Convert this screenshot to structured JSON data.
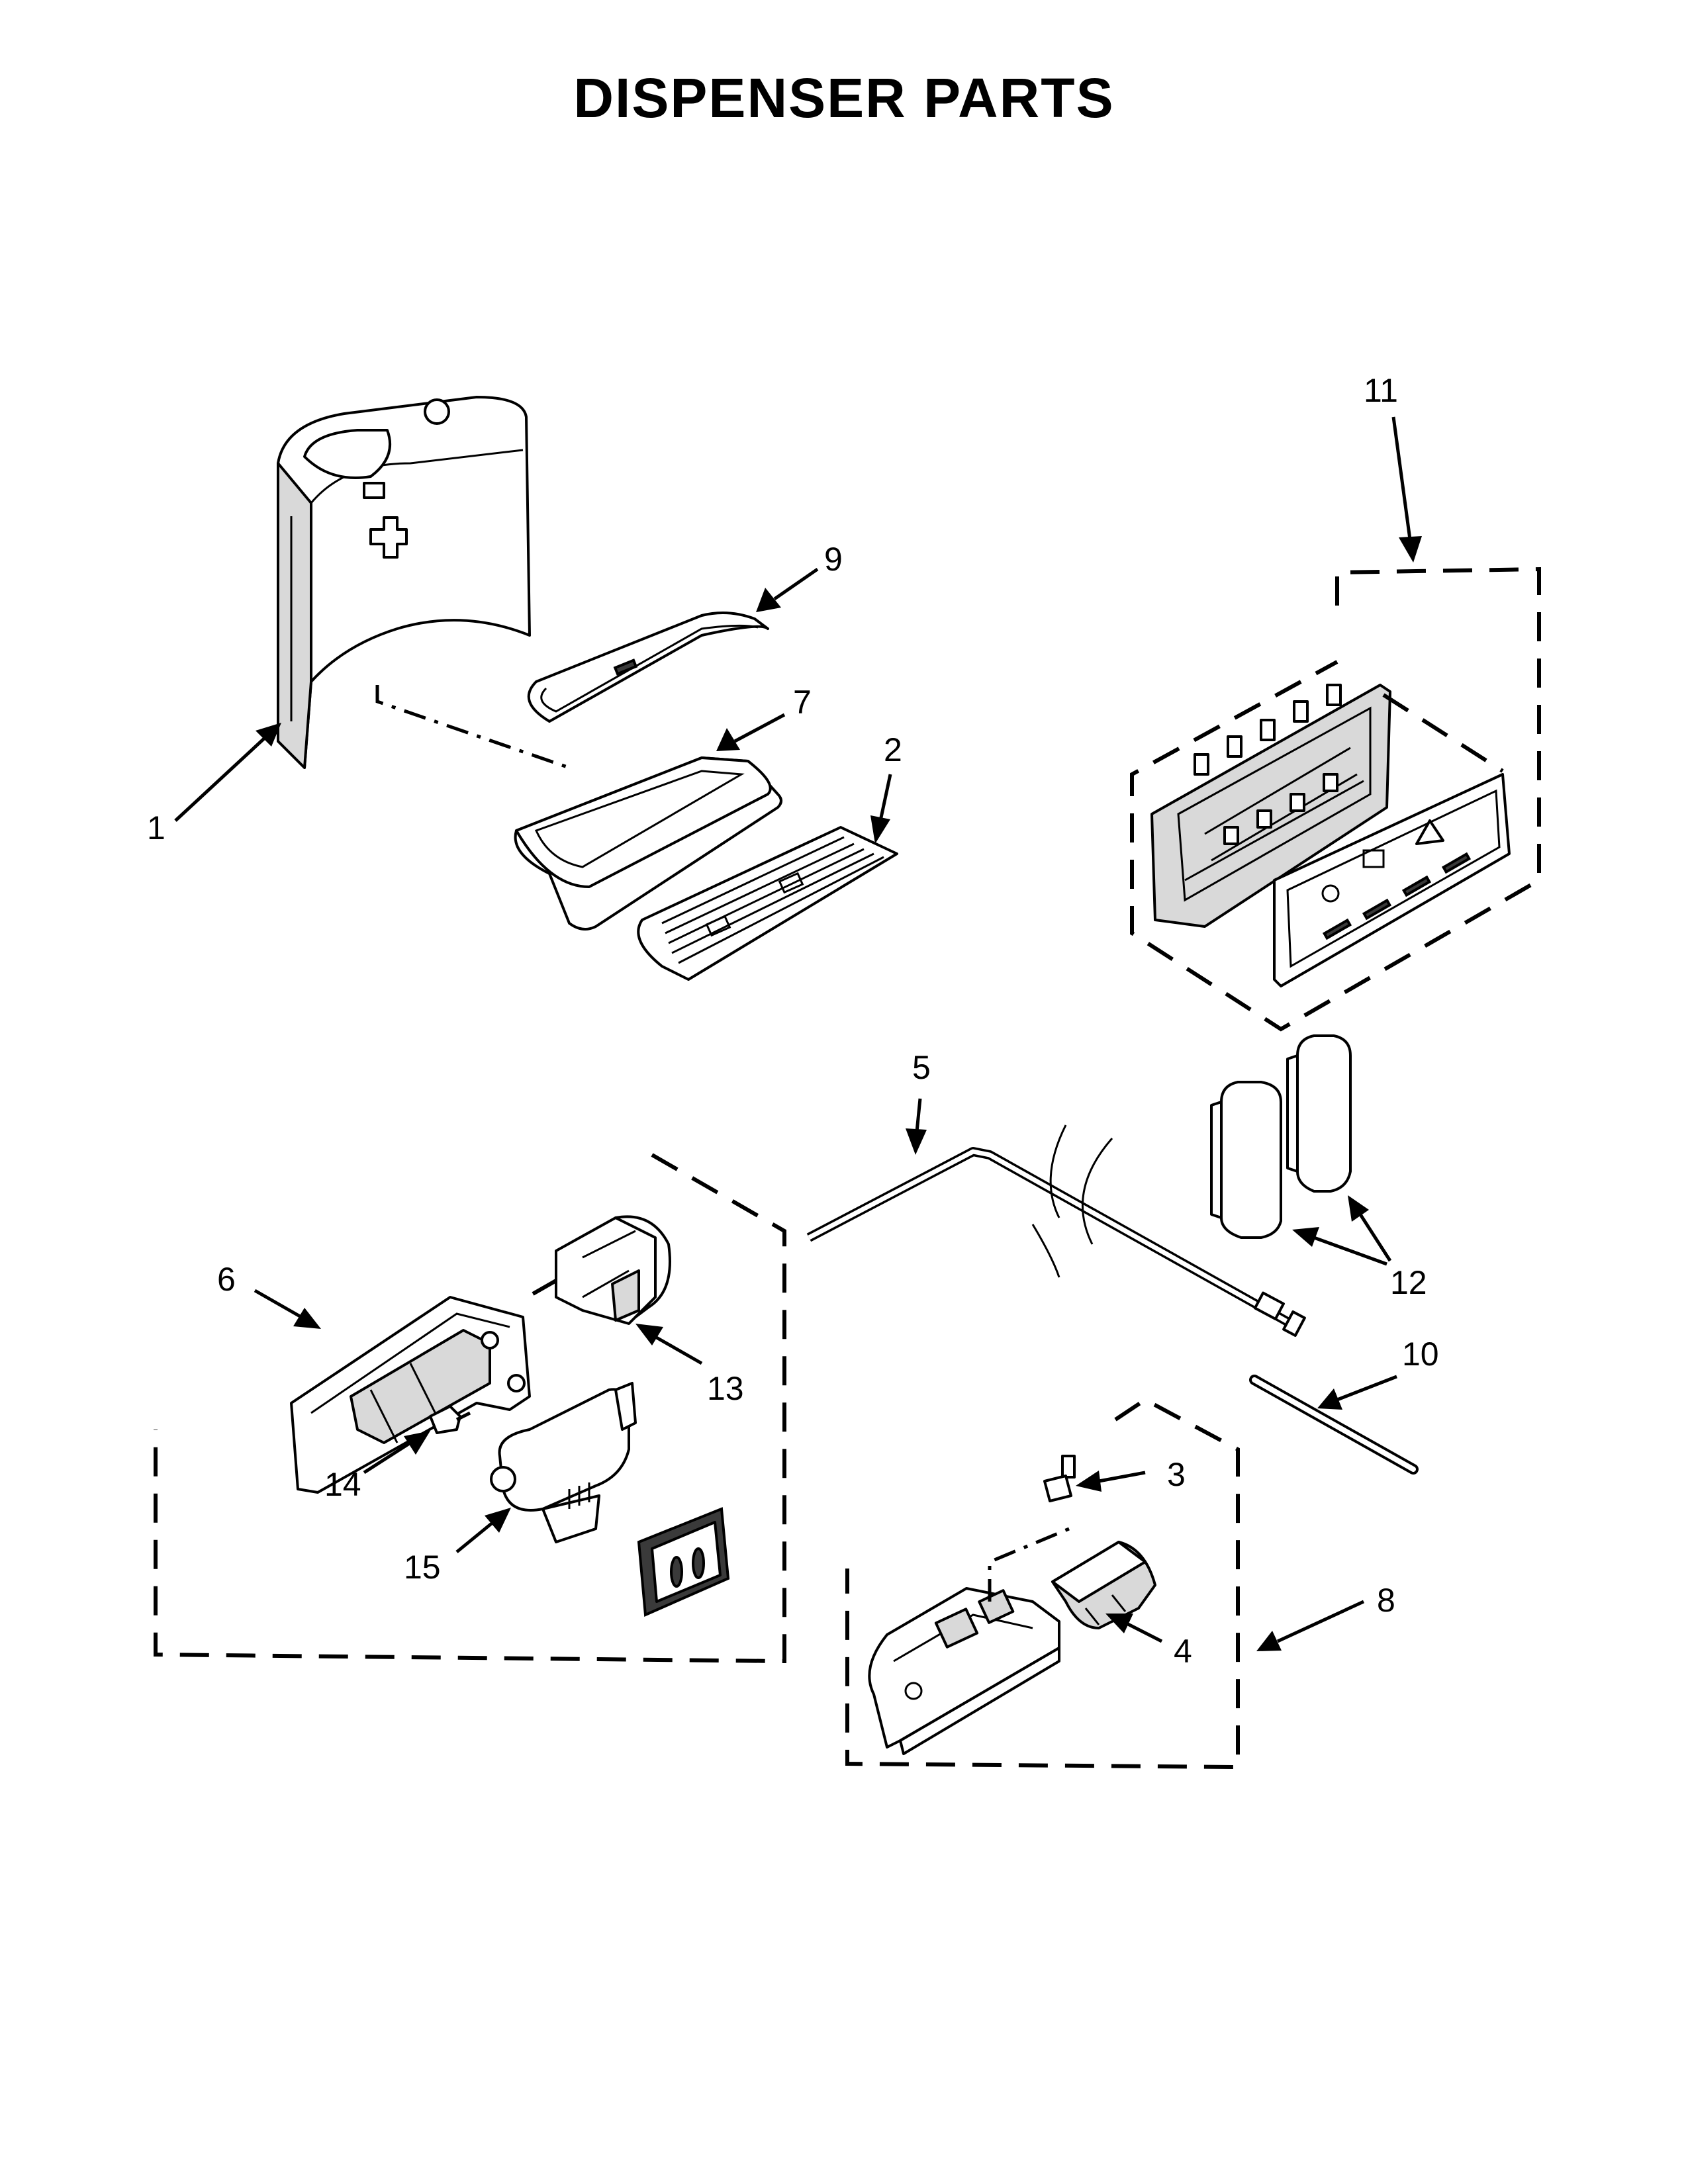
{
  "title": "DISPENSER PARTS",
  "callouts": [
    "1",
    "2",
    "3",
    "4",
    "5",
    "6",
    "7",
    "8",
    "9",
    "10",
    "11",
    "12",
    "13",
    "14",
    "15"
  ]
}
